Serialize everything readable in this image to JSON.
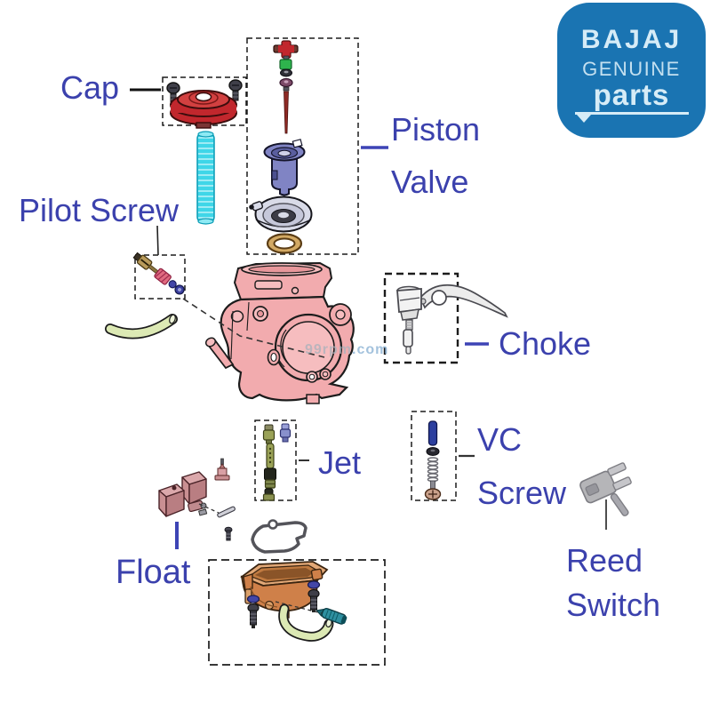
{
  "labels": {
    "cap": "Cap",
    "piston_valve": {
      "line1": "Piston",
      "line2": "Valve"
    },
    "pilot_screw": "Pilot Screw",
    "choke": "Choke",
    "jet": "Jet",
    "vc_screw": {
      "line1": "VC",
      "line2": "Screw"
    },
    "float": "Float",
    "reed_switch": {
      "line1": "Reed",
      "line2": "Switch"
    }
  },
  "logo": {
    "brand": "BAJAJ",
    "genuine": "GENUINE",
    "parts": "parts"
  },
  "watermark": {
    "site": "99rpm",
    "tld": ".com"
  },
  "colors": {
    "label_blue": "#3b41ad",
    "leader_blue": "#3d44b5",
    "logo_blue": "#1a74b2",
    "logo_text": "#d6ecf7",
    "cap_red": "#c1272d",
    "spring_cyan": "#3fd6e8",
    "needle_green": "#2eb44d",
    "needle_red": "#8e2a25",
    "piston_slate": "#8084c4",
    "diaphragm_gray": "#d9dbe8",
    "oring_tan": "#d2a964",
    "body_pink": "#f2abae",
    "tube_green": "#dce9b4",
    "jet_olive": "#9aa257",
    "jet_blue": "#8890cc",
    "pilot_spring_pink": "#e06a80",
    "vc_blue": "#2c3f9f",
    "washer_blue": "#4346a8",
    "float_pink": "#c98f92",
    "bowl_orange": "#cf8049",
    "drain_teal": "#2e8fa0",
    "reed_gray": "#b5b5b8",
    "choke_gray": "#ececec",
    "watermark_gray": "#a9b2bc",
    "watermark_blue": "#85aed2"
  }
}
